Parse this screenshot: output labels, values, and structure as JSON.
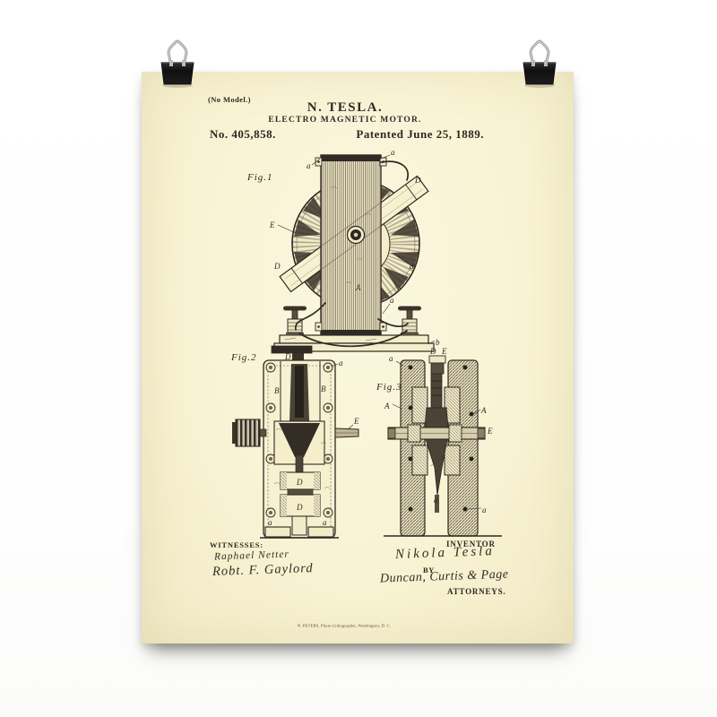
{
  "photo": {
    "background_color": "#ffffff",
    "paper_color": "#f8f3d3",
    "ink_color": "#2e2822",
    "clip_color": "#151515",
    "clip_handle_color": "#9a9a9a"
  },
  "poster": {
    "header": {
      "no_model": "(No Model.)",
      "name_line": "N. TESLA.",
      "title_line": "ELECTRO MAGNETIC MOTOR.",
      "patent_number": "No. 405,858.",
      "patent_date": "Patented June 25, 1889."
    },
    "figures": {
      "fig1": {
        "label": "Fig.1",
        "callouts": {
          "a_top_left": "a",
          "a_top_right": "a",
          "d_upper": "D",
          "e_ring": "E",
          "d_lower": "D",
          "a_ring_right": "a",
          "a_core": "A",
          "a_base": "a",
          "b_base": "b"
        }
      },
      "fig2": {
        "label": "Fig.2",
        "callouts": {
          "d_top": "D",
          "a_frame": "a",
          "b_left": "B",
          "b_right": "B",
          "e_shaft": "E",
          "d_block_upper": "D",
          "d_block_lower": "D",
          "a_foot_left": "a",
          "a_foot_right": "a"
        }
      },
      "fig3": {
        "label": "Fig.3",
        "callouts": {
          "d_top": "D",
          "e_top": "E",
          "a_top_left": "a",
          "a_slab_left": "A",
          "a_slab_right": "A",
          "e_shaft": "E",
          "a_spindle": "a",
          "a_slab_bottom": "a"
        }
      }
    },
    "signatures": {
      "witnesses_heading": "WITNESSES:",
      "witness1": "Raphael Netter",
      "witness2": "Robt. F. Gaylord",
      "inventor_heading": "INVENTOR",
      "inventor_name": "Nikola Tesla",
      "by_label": "BY",
      "attorneys_name": "Duncan, Curtis & Page",
      "attorneys_label": "ATTORNEYS."
    },
    "footer": {
      "imprint": "N. PETERS, Photo-Lithographer, Washington, D. C."
    }
  }
}
